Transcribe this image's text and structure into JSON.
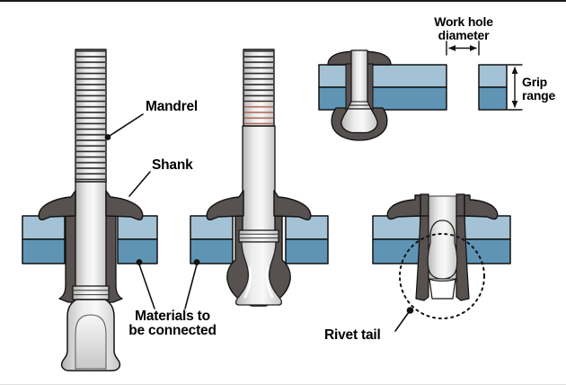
{
  "figure": {
    "subject": "blind-rivet-setting-process-diagram",
    "views": [
      {
        "name": "rivet-with-mandrel-before-setting"
      },
      {
        "name": "rivet-inserted-mandrel-being-pulled"
      },
      {
        "name": "set-rivet-cross-section-with-dimensions"
      },
      {
        "name": "finished-rivet-after-mandrel-break"
      }
    ]
  },
  "annotations": {
    "mandrel": {
      "label": "Mandrel"
    },
    "shank": {
      "label": "Shank"
    },
    "materials": {
      "lines": [
        "Materials to",
        "be connected"
      ]
    },
    "rivet_tail": {
      "label": "Rivet tail"
    },
    "work_hole": {
      "lines": [
        "Work hole",
        "diameter"
      ]
    },
    "grip_range": {
      "lines": [
        "Grip",
        "range"
      ]
    }
  },
  "palette": {
    "background": "#ffffff",
    "plate_top": "#a4c2d5",
    "plate_bottom": "#5f94b5",
    "rivet_body": "#575150",
    "metal_light": "#f2f2f2",
    "metal_dark": "#b6b6b6",
    "mandrel_thread_accent": "#b0614f",
    "outline": "#111111"
  }
}
